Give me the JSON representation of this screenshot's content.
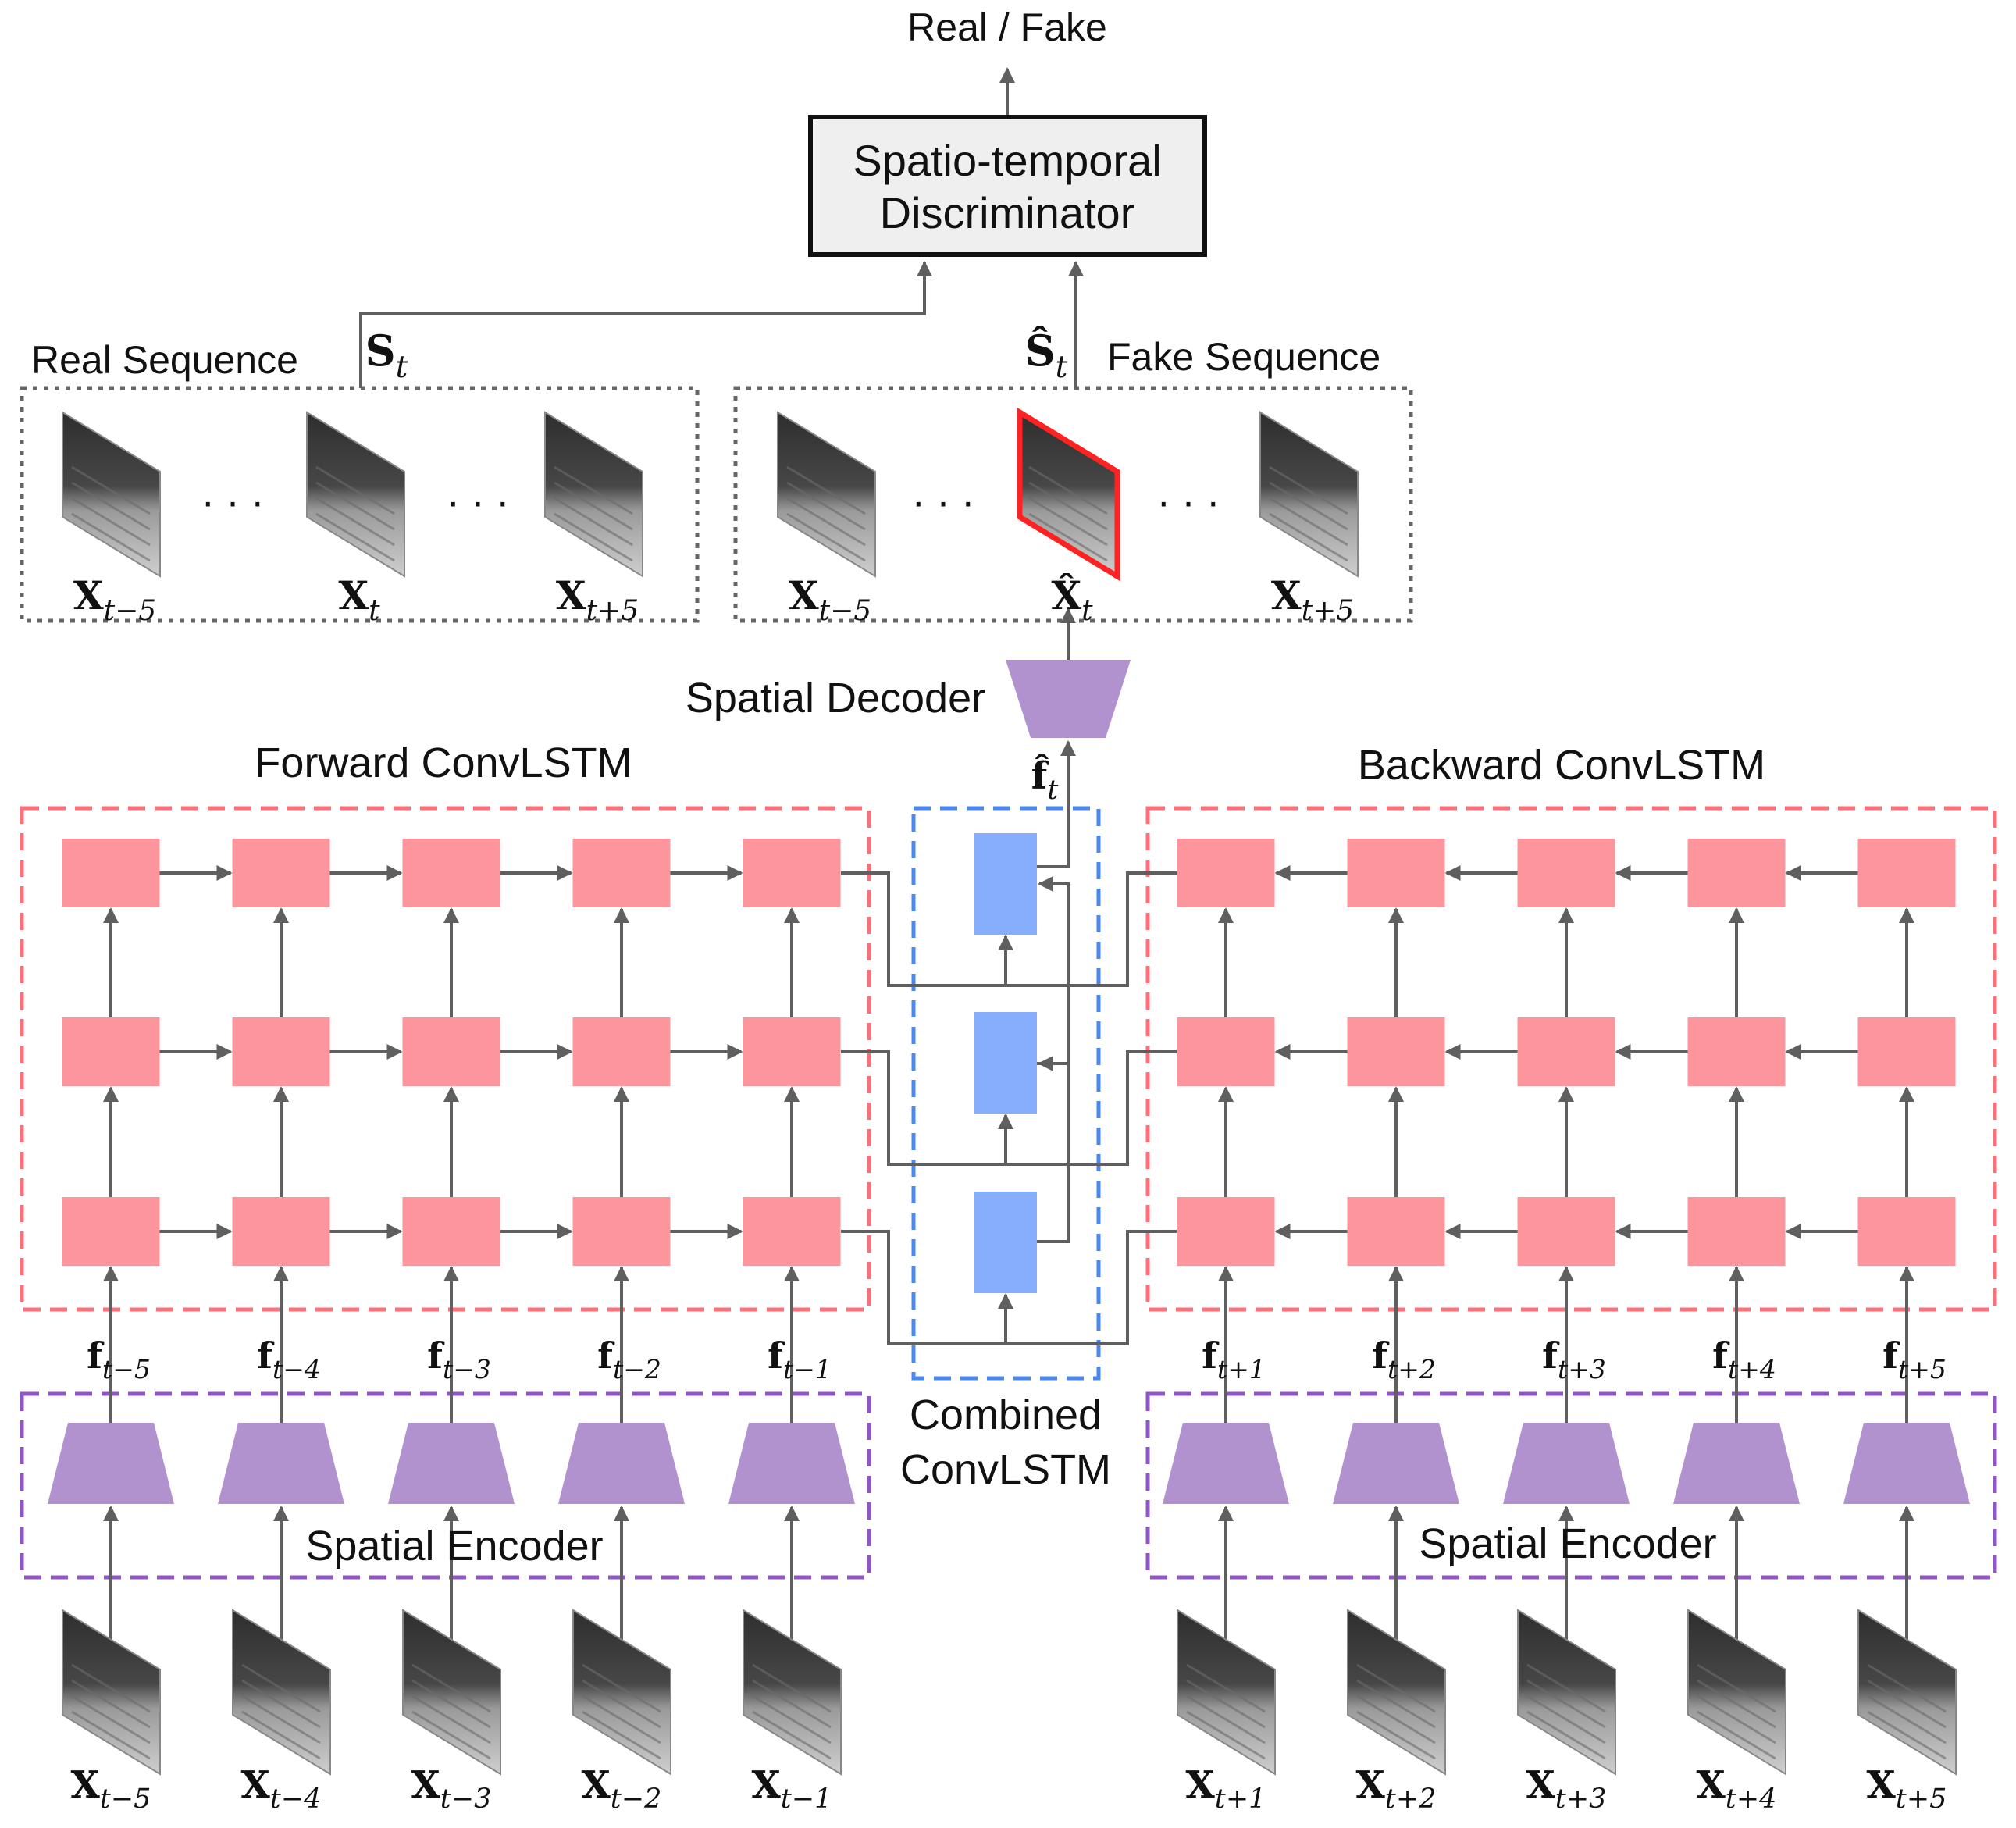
{
  "output_label": "Real / Fake",
  "discriminator": {
    "line1": "Spatio-temporal",
    "line2": "Discriminator"
  },
  "real_sequence": {
    "label": "Real Sequence",
    "symbol": {
      "base": "S",
      "sub": "t"
    },
    "frames": [
      {
        "base": "X",
        "sub": "t−5"
      },
      {
        "base": "X",
        "sub": "t"
      },
      {
        "base": "X",
        "sub": "t+5"
      }
    ]
  },
  "fake_sequence": {
    "label": "Fake Sequence",
    "symbol": {
      "base": "Ŝ",
      "sub": "t"
    },
    "frames": [
      {
        "base": "X",
        "sub": "t−5"
      },
      {
        "base": "X̂",
        "sub": "t"
      },
      {
        "base": "X",
        "sub": "t+5"
      }
    ]
  },
  "ellipsis": "· · ·",
  "decoder": {
    "label": "Spatial Decoder",
    "output": {
      "base": "f̂",
      "sub": "t"
    }
  },
  "forward": {
    "title": "Forward ConvLSTM",
    "features": [
      {
        "base": "f",
        "sub": "t−5"
      },
      {
        "base": "f",
        "sub": "t−4"
      },
      {
        "base": "f",
        "sub": "t−3"
      },
      {
        "base": "f",
        "sub": "t−2"
      },
      {
        "base": "f",
        "sub": "t−1"
      }
    ],
    "inputs": [
      {
        "base": "X",
        "sub": "t−5"
      },
      {
        "base": "X",
        "sub": "t−4"
      },
      {
        "base": "X",
        "sub": "t−3"
      },
      {
        "base": "X",
        "sub": "t−2"
      },
      {
        "base": "X",
        "sub": "t−1"
      }
    ],
    "encoder_label": "Spatial Encoder"
  },
  "backward": {
    "title": "Backward ConvLSTM",
    "features": [
      {
        "base": "f",
        "sub": "t+1"
      },
      {
        "base": "f",
        "sub": "t+2"
      },
      {
        "base": "f",
        "sub": "t+3"
      },
      {
        "base": "f",
        "sub": "t+4"
      },
      {
        "base": "f",
        "sub": "t+5"
      }
    ],
    "inputs": [
      {
        "base": "X",
        "sub": "t+1"
      },
      {
        "base": "X",
        "sub": "t+2"
      },
      {
        "base": "X",
        "sub": "t+3"
      },
      {
        "base": "X",
        "sub": "t+4"
      },
      {
        "base": "X",
        "sub": "t+5"
      }
    ],
    "encoder_label": "Spatial  Encoder"
  },
  "combined": {
    "line1": "Combined",
    "line2": "ConvLSTM"
  },
  "colors": {
    "lstm_cell": "#fc959c",
    "combined_cell": "#87aefc",
    "encoder": "#b292ce",
    "lstm_border": "#ff6f7a",
    "combined_border": "#4a87ef",
    "encoder_border": "#9055c7",
    "sequence_border": "#666666",
    "arrow": "#5f5f5f",
    "generated_frame": "#ff2222"
  }
}
